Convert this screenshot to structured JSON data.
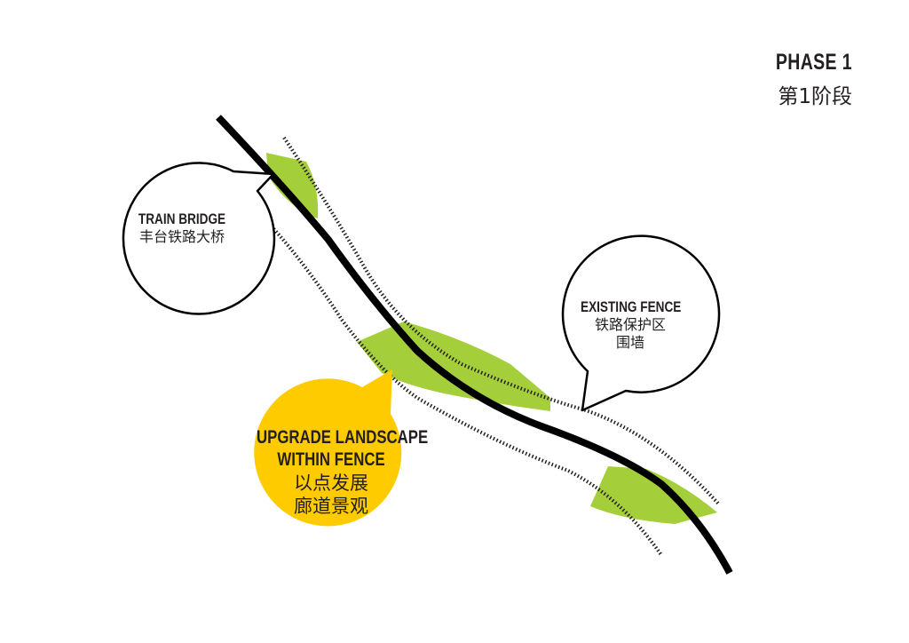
{
  "phase": {
    "title": "PHASE 1",
    "subtitle": "第1阶段"
  },
  "callouts": {
    "train_bridge": {
      "title": "TRAIN BRIDGE",
      "subtitle": "丰台铁路大桥"
    },
    "existing_fence": {
      "title": "EXISTING FENCE",
      "line1": "铁路保护区",
      "line2": "围墙"
    },
    "upgrade_landscape": {
      "line1": "UPGRADE LANDSCAPE",
      "line2": "WITHIN FENCE",
      "line3": "以点发展",
      "line4": "廊道景观"
    }
  },
  "colors": {
    "green_patch": "#a5cf3a",
    "yellow_callout": "#fecb00",
    "railway_line": "#000000",
    "text": "#231f20"
  }
}
